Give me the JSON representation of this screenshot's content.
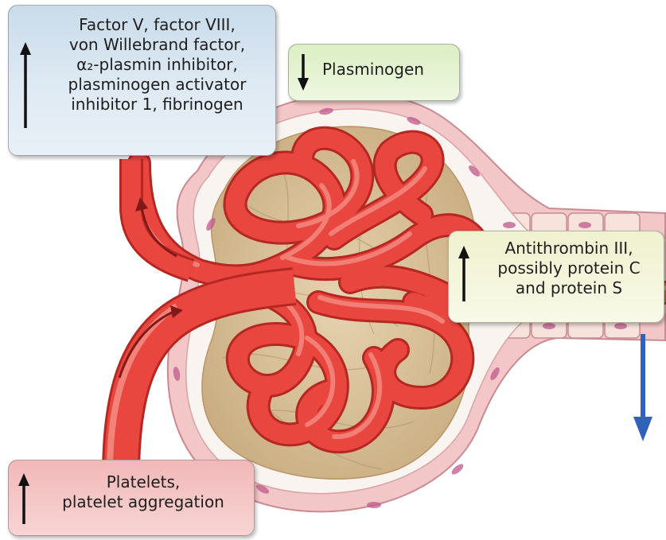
{
  "callouts": {
    "coagulation_factors": {
      "direction": "up",
      "lines": [
        "Factor V, factor VIII,",
        "von Willebrand factor,",
        "α₂-plasmin inhibitor,",
        "plasminogen activator",
        "inhibitor 1, fibrinogen"
      ]
    },
    "plasminogen": {
      "direction": "down",
      "lines": [
        "Plasminogen"
      ]
    },
    "anticoagulants": {
      "direction": "up",
      "lines": [
        "Antithrombin III,",
        "possibly protein C",
        "and protein S"
      ]
    },
    "platelets": {
      "direction": "up",
      "lines": [
        "Platelets,",
        "platelet aggregation"
      ]
    }
  },
  "colors": {
    "vessel": "#e8463f",
    "vessel_highlight": "#f48a80",
    "vessel_shadow": "#b52822",
    "glomerulus_fill": "#dcc49f",
    "capsule": "#efb8ba",
    "urine_arrow": "#2f62b8"
  }
}
